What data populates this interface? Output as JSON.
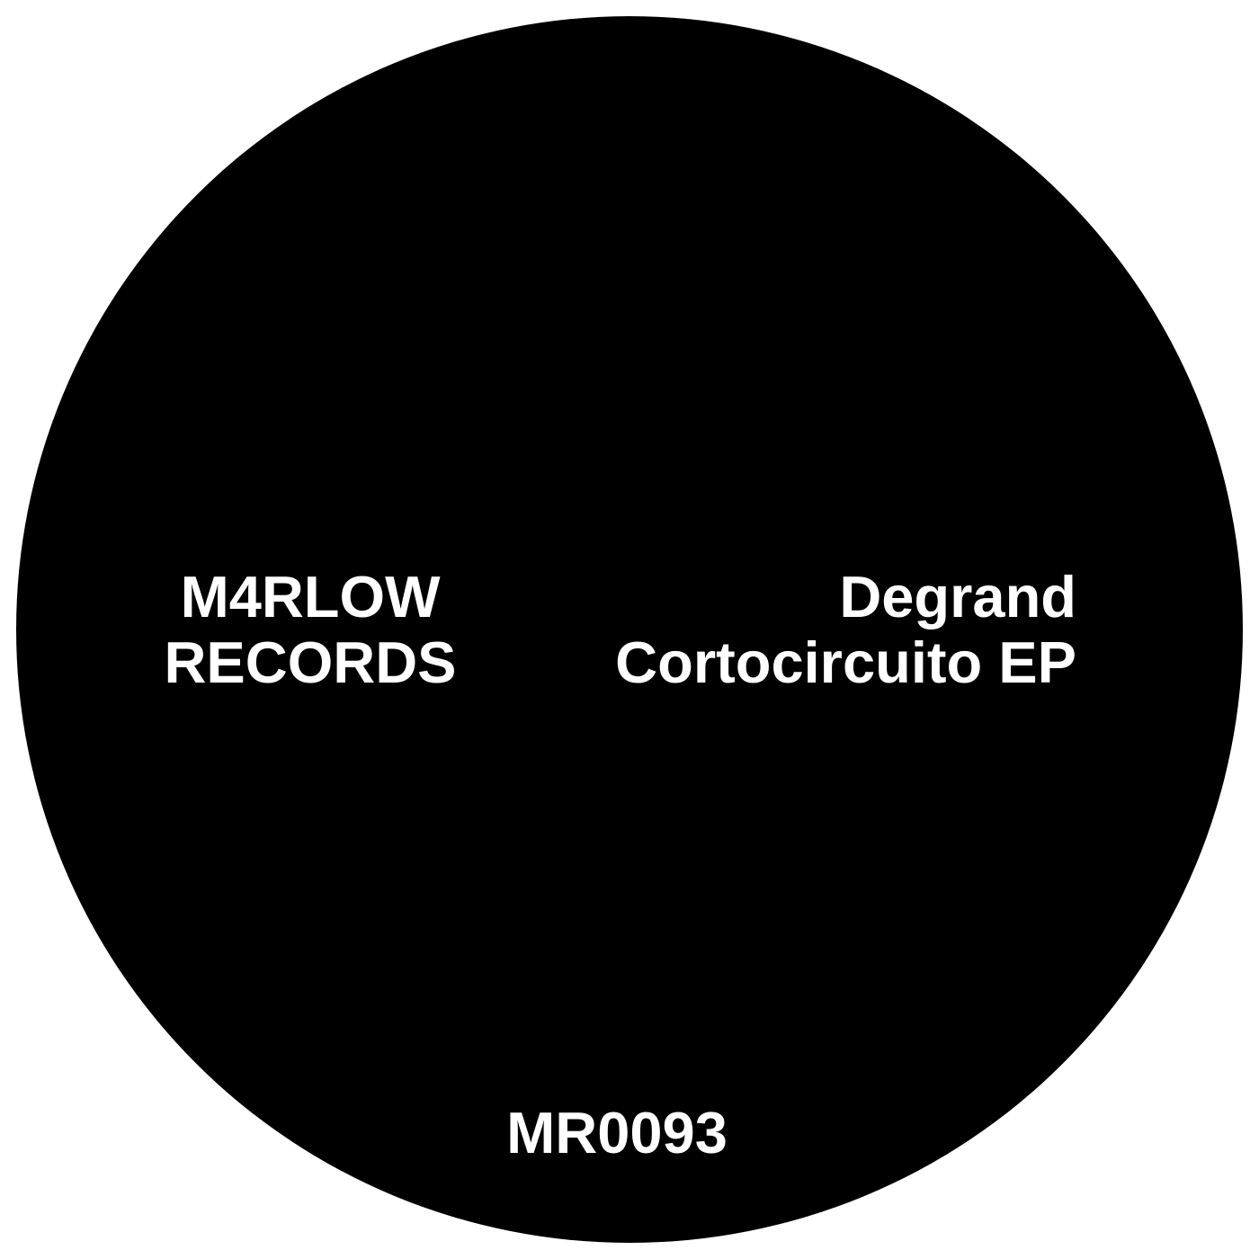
{
  "background_color": "#ffffff",
  "disc": {
    "color": "#000000",
    "text_color": "#ffffff"
  },
  "label": {
    "line1": "M4RLOW",
    "line2": "RECORDS"
  },
  "release": {
    "artist": "Degrand",
    "title": "Cortocircuito EP"
  },
  "catalog_number": "MR0093"
}
